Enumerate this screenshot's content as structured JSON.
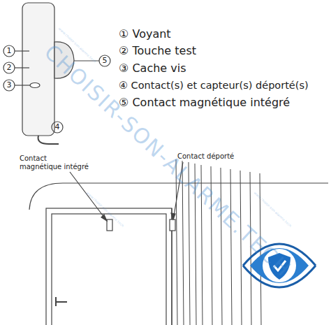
{
  "diagram": {
    "labels": [
      "1",
      "2",
      "3",
      "4",
      "5",
      "① Voyant",
      "② Touche test",
      "③ Cache vis",
      "④ Contact(s) et capteur(s) déporté(s)",
      "⑤ Contact magnétique intégré",
      "Contact magnétique intégré",
      "Contact déporté",
      "CHOISIR-SON-ALARME.TECH",
      "www.choisir-son-alarme.tech",
      "www.choisir-son-alarme.tech",
      "www.choisir-son-alarme.tech"
    ]
  }
}
